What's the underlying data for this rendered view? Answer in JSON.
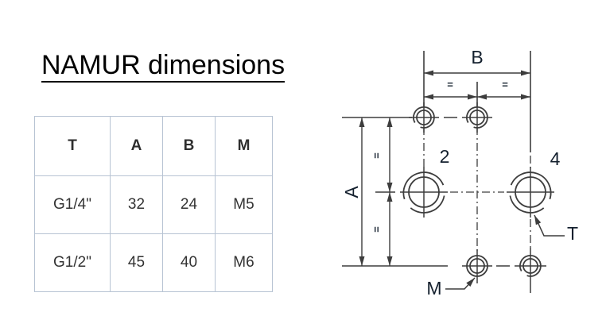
{
  "title": "NAMUR dimensions",
  "table": {
    "headers": [
      "T",
      "A",
      "B",
      "M"
    ],
    "rows": [
      [
        "G1/4\"",
        "32",
        "24",
        "M5"
      ],
      [
        "G1/2\"",
        "45",
        "40",
        "M6"
      ]
    ]
  },
  "drawing": {
    "labels": {
      "width_dim": "B",
      "height_dim": "A",
      "equal_left": "=",
      "equal_right": "=",
      "equal_top": "=",
      "equal_bottom": "=",
      "port2": "2",
      "port4": "4",
      "mount_thread": "M",
      "port_thread": "T"
    }
  },
  "colors": {
    "table_border": "#b7c3d3",
    "line": "#3d3d3d",
    "label": "#14202e",
    "text": "#333333"
  }
}
